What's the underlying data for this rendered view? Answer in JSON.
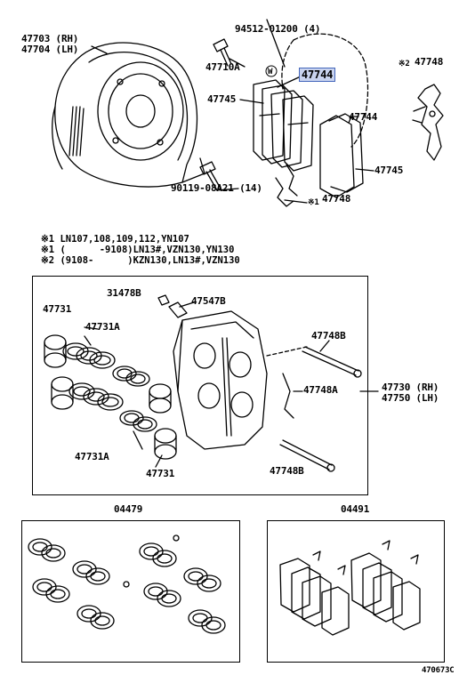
{
  "labels": {
    "dust_cover_rh": "47703 (RH)",
    "dust_cover_lh": "47704 (LH)",
    "bolt_top": "94512-01200 (4)",
    "w_mark": "W",
    "bleeder_plug": "47710A",
    "pad_kit_highlight": "47744",
    "anti_squeal_left": "47745",
    "pad_right": "47744",
    "anti_squeal_right": "47745",
    "spring_bottom": "47748",
    "spring_bottom_mark": "※1",
    "spring_top_right": "47748",
    "spring_top_right_mark": "※2",
    "bolt_bottom": "90119-08A21 (14)",
    "cap": "31478B",
    "bleeder": "47547B",
    "piston_group_left": "47731",
    "seal_upper": "47731A",
    "seal_lower": "47731A",
    "piston_lower": "47731",
    "pin_upper": "47748B",
    "spring_mid": "47748A",
    "pin_lower": "47748B",
    "caliper_rh": "47730 (RH)",
    "caliper_lh": "47750 (LH)",
    "seal_kit": "04479",
    "pad_kit": "04491",
    "diagram_code": "470673C"
  },
  "notes": [
    "※1 LN107,108,109,112,YN107",
    "※1 (      -9108)LN13#,VZN130,YN130",
    "※2 (9108-      )KZN130,LN13#,VZN130"
  ],
  "colors": {
    "highlight_fill": "#c9d3ee",
    "highlight_border": "#4466bb"
  }
}
